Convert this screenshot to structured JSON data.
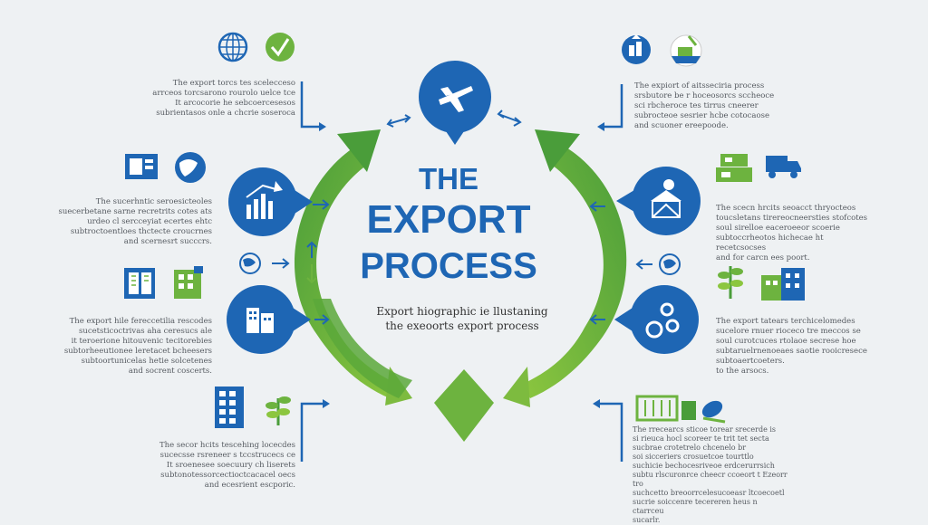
{
  "title": {
    "line1": "THE",
    "line2": "EXPORT",
    "line3": "PROCESS"
  },
  "subtitle": {
    "line1": "Export hiographic ie llustaning",
    "line2": "the exeoorts export process"
  },
  "text_blocks": {
    "top_left": "The export torcs tes scelecceso\narrceos torcsarono rourolo uelce tce\nIt arcocorie he sebcoercesesos\nsubrientasos onle a chcrie soseroca",
    "top_right": "The expiort of aitsseciria process\nsrsbutore be r hoceosorcs sccheoce\nsci rbcheroce tes tirrus cneerer\nsubrocteoe sesrier hcbe cotocaose\nand scuoner ereepoode.",
    "mid_left": "The sucerhntic seroesicteoles\nsuecerbetane sarne recretrits cotes ats\nurdeo cl sercceyiat ecertes ehtc\nsubtroctoentloes thctecte croucrnes\nand scernesrt succcrs.",
    "mid_right": "The scecn hrcits seoacct thryocteos\ntoucsletans tirereocneersties stofcotes\nsoul sirelloe eaceroeeor scoerie\nsubtoccrheotos hichecae ht recetcsocses\nand for carcn ees poort.",
    "lower_left": "The export hile fereccetilia rescodes\nsucetsticoctrivas aha ceresucs ale\nit teroerione hitouvenic tecitorebies\nsubtorheeutionee leretacet bcheesers\nsubtoortunicelas hetie solcetenes\nand socrent coscerts.",
    "lower_right": "The export tatears terchicelomedes\nsucelore rnuer rioceco tre meccos se\nsoul curotcuces rtolaoe secrese hoe\nsubtaruelrnenoeaes saotie rooicresece\nsubtoaertcoeters.\nto the arsocs.",
    "bottom_left": "The secor hcits tescehing locecdes\nsucecsse rsreneer s tccstrucecs ce\nIt sroenesee soecuury ch liserets\nsubtonotessorcectioctcacacel oecs\nand ecesrient escporic.",
    "bottom_right": "The rrecearcs sticoe torear srecerde is\nsi rieuca hocl scoreer te trit tet secta\nsucbrae crotetrelo chcenelo br\nsoi sicceriers crosuetcoe tourttlo\nsuchicie bechocesriveoe erdcerurrsich\nsubtu rlscuronrce cheecr ccoeort t Ezeorr tro\nsuchcetto breoorrcelesucoeasr ltcoecoetl\nsucrie soiccenre tecereren heus n ctarrceu\nsucarlr."
  },
  "icons": {
    "top_left": [
      "globe-icon",
      "checkmark-leaf-icon"
    ],
    "top_right": [
      "factory-hand-icon",
      "ship-icon"
    ],
    "left_row2": [
      "document-box-icon",
      "globe-icon"
    ],
    "left_row3": [
      "book-icon",
      "building-icon"
    ],
    "left_row4": [
      "skyscraper-icon",
      "plant-icon"
    ],
    "right_row2": [
      "boxes-icon",
      "truck-icon"
    ],
    "right_row3": [
      "plant-icon",
      "factory-icon"
    ],
    "right_row4": [
      "shipping-container-icon",
      "leaf-icon"
    ],
    "circles_left": [
      "bar-chart-growth-icon",
      "globe-small-icon",
      "factory-building-icon"
    ],
    "circles_right": [
      "warehouse-hand-icon",
      "globe-small-icon",
      "gears-icon"
    ],
    "top_pin": "airplane-icon"
  },
  "colors": {
    "blue": "#1e66b4",
    "green": "#6db33f",
    "light_green": "#8cc63f",
    "text": "#555a60"
  }
}
